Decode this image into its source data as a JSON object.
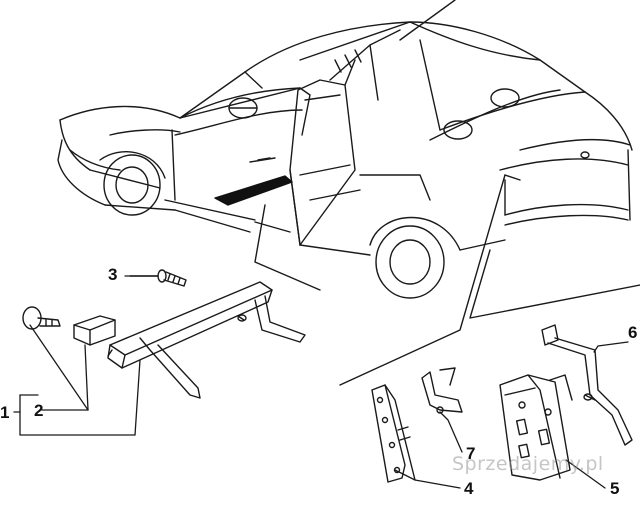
{
  "diagram": {
    "callouts": [
      {
        "id": "c1",
        "label": "1"
      },
      {
        "id": "c2",
        "label": "2"
      },
      {
        "id": "c3",
        "label": "3"
      },
      {
        "id": "c4",
        "label": "4"
      },
      {
        "id": "c5",
        "label": "5"
      },
      {
        "id": "c6",
        "label": "6"
      },
      {
        "id": "c7",
        "label": "7"
      }
    ],
    "watermark": "Sprzedajemy",
    "watermark_suffix": ".pl",
    "line_color": "#1a1a1a",
    "background": "#ffffff"
  }
}
